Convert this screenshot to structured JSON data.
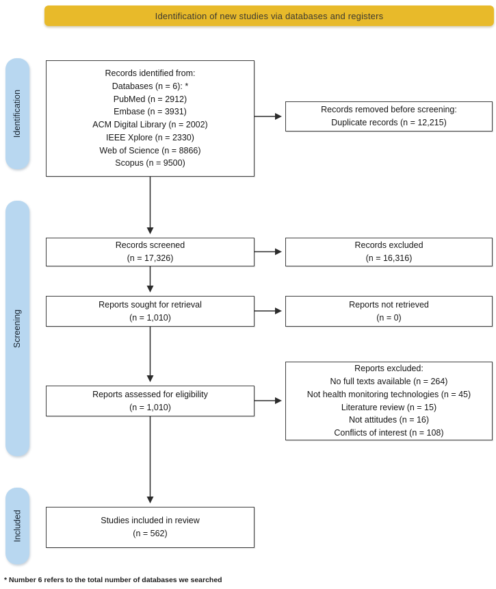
{
  "banner": {
    "label": "Identification of new studies via databases and registers"
  },
  "sidebar": {
    "stages": [
      {
        "label": "Identification"
      },
      {
        "label": "Screening"
      },
      {
        "label": "Included"
      }
    ]
  },
  "boxes": {
    "identified": {
      "text": "Records identified from:\nDatabases (n = 6): *\nPubMed (n = 2912)\nEmbase (n = 3931)\nACM Digital Library (n = 2002)\nIEEE Xplore (n = 2330)\nWeb of Science (n = 8866)\nScopus (n = 9500)"
    },
    "removed": {
      "text": "Records removed before screening:\nDuplicate records (n = 12,215)"
    },
    "screened": {
      "text": "Records screened\n(n = 17,326)"
    },
    "excluded": {
      "text": "Records excluded\n(n = 16,316)"
    },
    "sought": {
      "text": "Reports sought for retrieval\n(n = 1,010)"
    },
    "not_retrieved": {
      "text": "Reports not retrieved\n(n = 0)"
    },
    "assessed": {
      "text": "Reports assessed for eligibility\n(n = 1,010)"
    },
    "reports_excluded": {
      "text": "Reports excluded:\nNo full texts available (n = 264)\nNot health monitoring technologies (n = 45)\nLiterature review (n = 15)\nNot attitudes (n = 16)\nConflicts of interest (n = 108)"
    },
    "included": {
      "text": "Studies included in review\n(n = 562)"
    }
  },
  "footnote": {
    "text": "* Number 6 refers to the total number of databases we searched"
  },
  "colors": {
    "banner_bg": "#e8ba2a",
    "stage_bg": "#b8d7f0",
    "box_border": "#3f3f3f",
    "arrow": "#2b2b2b"
  }
}
